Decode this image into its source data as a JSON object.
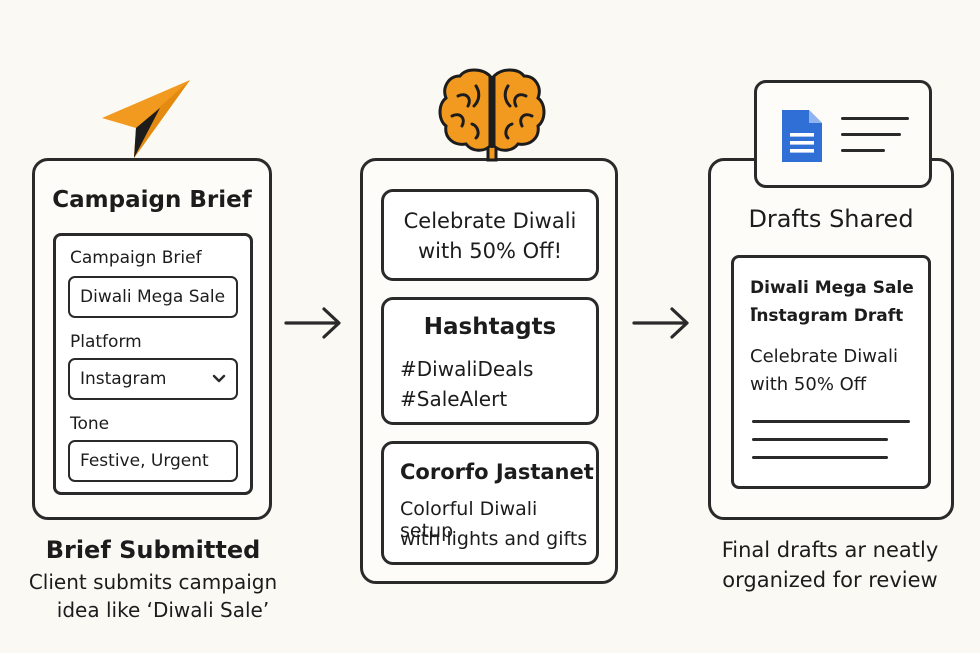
{
  "colors": {
    "accent": "#f29a1f",
    "ink": "#2a2a2a",
    "doc_blue": "#2f6fd6"
  },
  "step1": {
    "panel_title": "Campaign Brief",
    "form": {
      "brief_label": "Campaign Brief",
      "brief_value": "Diwali Mega Sale",
      "platform_label": "Platform",
      "platform_value": "Instagram",
      "tone_label": "Tone",
      "tone_value": "Festive, Urgent"
    },
    "caption_title": "Brief Submitted",
    "caption_line1": "Client submits campaign",
    "caption_line2": "idea like ‘Diwali Sale’",
    "icon": "paper-plane-icon"
  },
  "step2": {
    "icon": "brain-icon",
    "headline_line1": "Celebrate Diwali",
    "headline_line2": "with 50% Off!",
    "hashtags_title": "Hashtagts",
    "hashtag1": "#DiwaliDeals",
    "hashtag2": "#SaleAlert",
    "visual_title": "Cororfo Jastanet",
    "visual_line1": "Colorful Diwali setup",
    "visual_line2": "with lights and gifts"
  },
  "step3": {
    "icon": "document-icon",
    "panel_title": "Drafts Shared",
    "draft_title_line1": "Diwali Mega Sale –",
    "draft_title_line2": "Instagram Draft",
    "draft_body_line1": "Celebrate Diwali",
    "draft_body_line2": "with 50% Off",
    "caption_line1": "Final drafts ar neatly",
    "caption_line2": "organized for review"
  }
}
